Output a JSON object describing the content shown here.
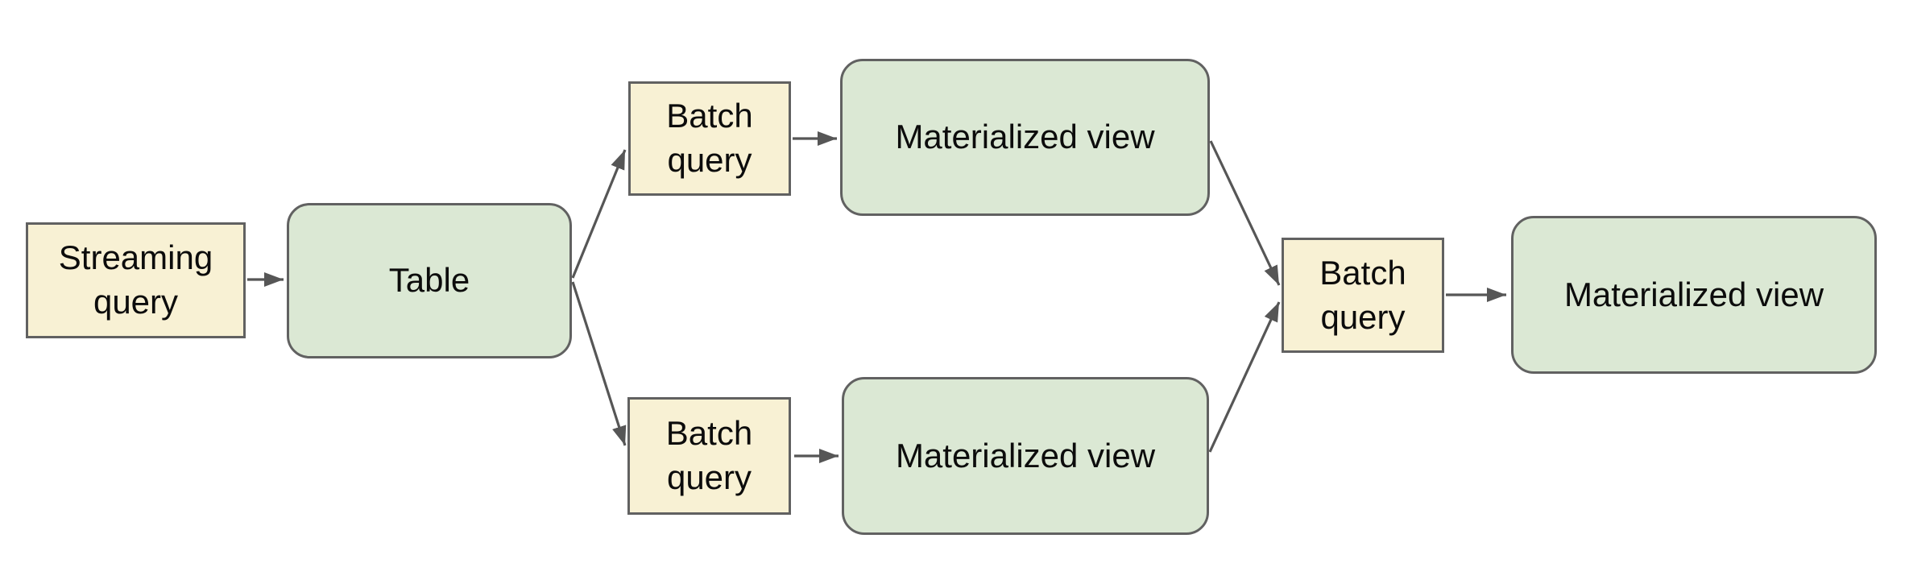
{
  "colors": {
    "background": "#ffffff",
    "query_fill": "#F8F1D4",
    "store_fill": "#DBE8D4",
    "border": "#616161",
    "arrow": "#565656",
    "text": "#0c0c0c"
  },
  "nodes": [
    {
      "id": "streaming-query",
      "label": "Streaming query",
      "kind": "query"
    },
    {
      "id": "table",
      "label": "Table",
      "kind": "store"
    },
    {
      "id": "batch-query-top",
      "label": "Batch query",
      "kind": "query"
    },
    {
      "id": "materialized-view-top",
      "label": "Materialized view",
      "kind": "store"
    },
    {
      "id": "batch-query-bottom",
      "label": "Batch query",
      "kind": "query"
    },
    {
      "id": "materialized-view-bottom",
      "label": "Materialized view",
      "kind": "store"
    },
    {
      "id": "batch-query-center",
      "label": "Batch query",
      "kind": "query"
    },
    {
      "id": "materialized-view-right",
      "label": "Materialized view",
      "kind": "store"
    }
  ],
  "edges": [
    {
      "from": "streaming-query",
      "to": "table"
    },
    {
      "from": "table",
      "to": "batch-query-top"
    },
    {
      "from": "table",
      "to": "batch-query-bottom"
    },
    {
      "from": "batch-query-top",
      "to": "materialized-view-top"
    },
    {
      "from": "batch-query-bottom",
      "to": "materialized-view-bottom"
    },
    {
      "from": "materialized-view-top",
      "to": "batch-query-center"
    },
    {
      "from": "materialized-view-bottom",
      "to": "batch-query-center"
    },
    {
      "from": "batch-query-center",
      "to": "materialized-view-right"
    }
  ]
}
